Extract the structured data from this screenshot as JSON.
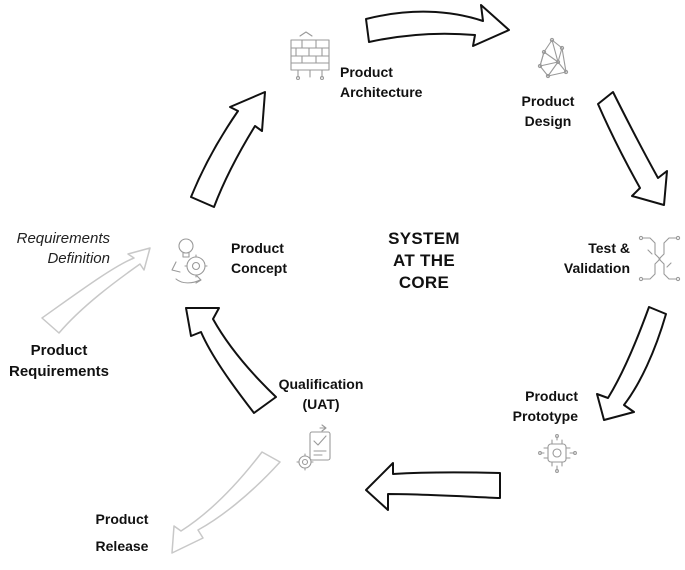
{
  "colors": {
    "arrow_fill": "#ffffff",
    "arrow_stroke": "#111111",
    "faded_stroke": "#c8c8c8",
    "icon": "#9a9a9a",
    "text": "#111111"
  },
  "center": {
    "lines": [
      "SYSTEM",
      "AT THE",
      "CORE"
    ]
  },
  "stages": {
    "architecture": {
      "lines": [
        "Product",
        "Architecture"
      ],
      "icon": "brick-wall-icon"
    },
    "design": {
      "lines": [
        "Product",
        "Design"
      ],
      "icon": "polygon-mesh-icon"
    },
    "test": {
      "lines": [
        "Test &",
        "Validation"
      ],
      "icon": "test-circuit-icon"
    },
    "prototype": {
      "lines": [
        "Product",
        "Prototype"
      ],
      "icon": "prototype-circuit-icon"
    },
    "qualification": {
      "lines": [
        "Qualification",
        "(UAT)"
      ],
      "icon": "checklist-gear-icon"
    },
    "concept": {
      "lines": [
        "Product",
        "Concept"
      ],
      "icon": "gear-bulb-icon"
    }
  },
  "inputs": {
    "requirements_definition": {
      "lines": [
        "Requirements",
        "Definition"
      ]
    },
    "product_requirements": {
      "lines": [
        "Product",
        "Requirements"
      ]
    }
  },
  "outputs": {
    "product_release": {
      "lines": [
        "Product",
        "Release"
      ]
    }
  }
}
